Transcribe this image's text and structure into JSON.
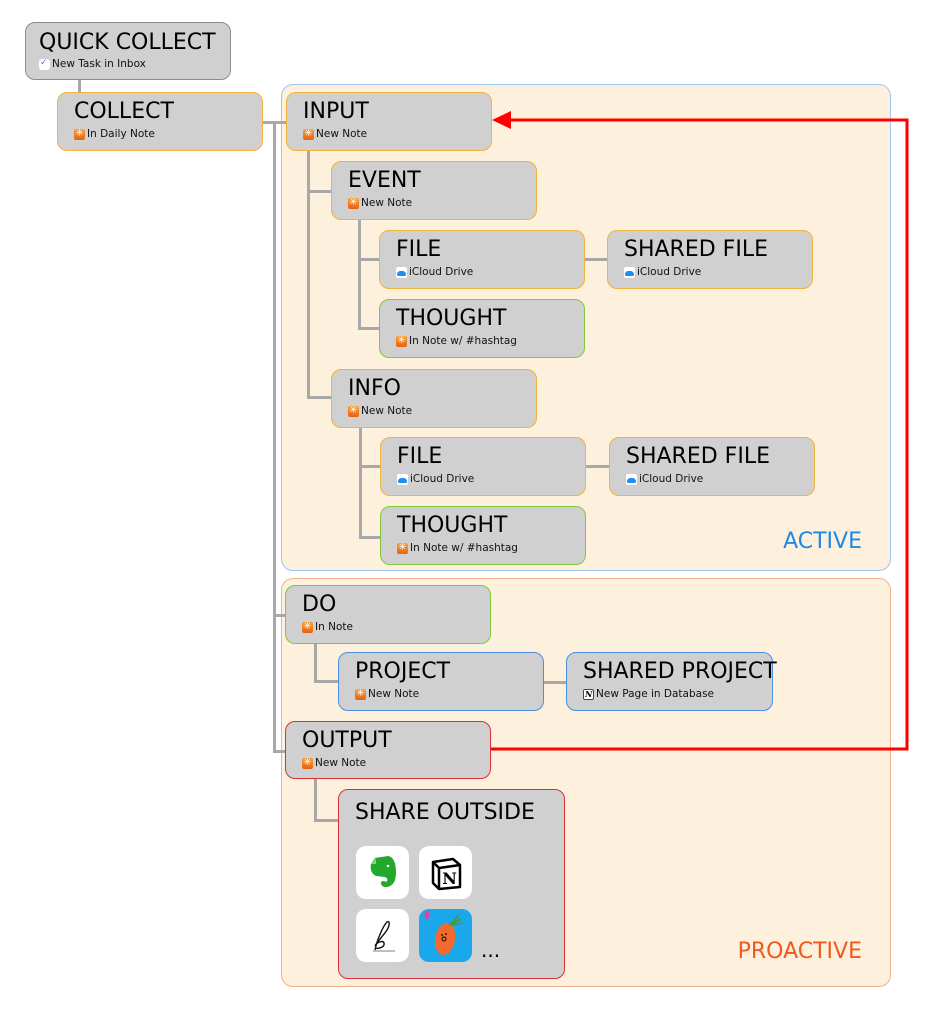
{
  "zones": {
    "active": {
      "label": "ACTIVE",
      "color": "#1e88e5"
    },
    "proactive": {
      "label": "PROACTIVE",
      "color": "#f2581c"
    }
  },
  "nodes": {
    "quick_collect": {
      "title": "QUICK COLLECT",
      "sub": "New Task in Inbox",
      "icon": "ticktick-icon"
    },
    "collect": {
      "title": "COLLECT",
      "sub": "In Daily Note",
      "icon": "bear-icon"
    },
    "input": {
      "title": "INPUT",
      "sub": "New Note",
      "icon": "bear-icon"
    },
    "event": {
      "title": "EVENT",
      "sub": "New Note",
      "icon": "bear-icon"
    },
    "event_file": {
      "title": "FILE",
      "sub": "iCloud Drive",
      "icon": "icloud-icon"
    },
    "event_shared_file": {
      "title": "SHARED FILE",
      "sub": "iCloud Drive",
      "icon": "icloud-icon"
    },
    "event_thought": {
      "title": "THOUGHT",
      "sub": "In Note w/ #hashtag",
      "icon": "bear-icon"
    },
    "info": {
      "title": "INFO",
      "sub": "New Note",
      "icon": "bear-icon"
    },
    "info_file": {
      "title": "FILE",
      "sub": "iCloud Drive",
      "icon": "icloud-icon"
    },
    "info_shared_file": {
      "title": "SHARED FILE",
      "sub": "iCloud Drive",
      "icon": "icloud-icon"
    },
    "info_thought": {
      "title": "THOUGHT",
      "sub": "In Note w/ #hashtag",
      "icon": "bear-icon"
    },
    "do": {
      "title": "DO",
      "sub": "In Note",
      "icon": "bear-icon"
    },
    "project": {
      "title": "PROJECT",
      "sub": "New Note",
      "icon": "bear-icon"
    },
    "shared_project": {
      "title": "SHARED PROJECT",
      "sub": "New Page in Database",
      "icon": "notion-icon"
    },
    "output": {
      "title": "OUTPUT",
      "sub": "New Note",
      "icon": "bear-icon"
    },
    "share_outside": {
      "title": "SHARE OUTSIDE",
      "apps": [
        "evernote-icon",
        "notion-icon",
        "goodnotes-icon",
        "carrot-app-icon"
      ],
      "more": "..."
    }
  },
  "colors": {
    "feedback_arrow": "#ff0000",
    "connector": "#a8a8a8",
    "node_fill": "#d0d0d0",
    "zone_fill": "#fdf1dd"
  }
}
